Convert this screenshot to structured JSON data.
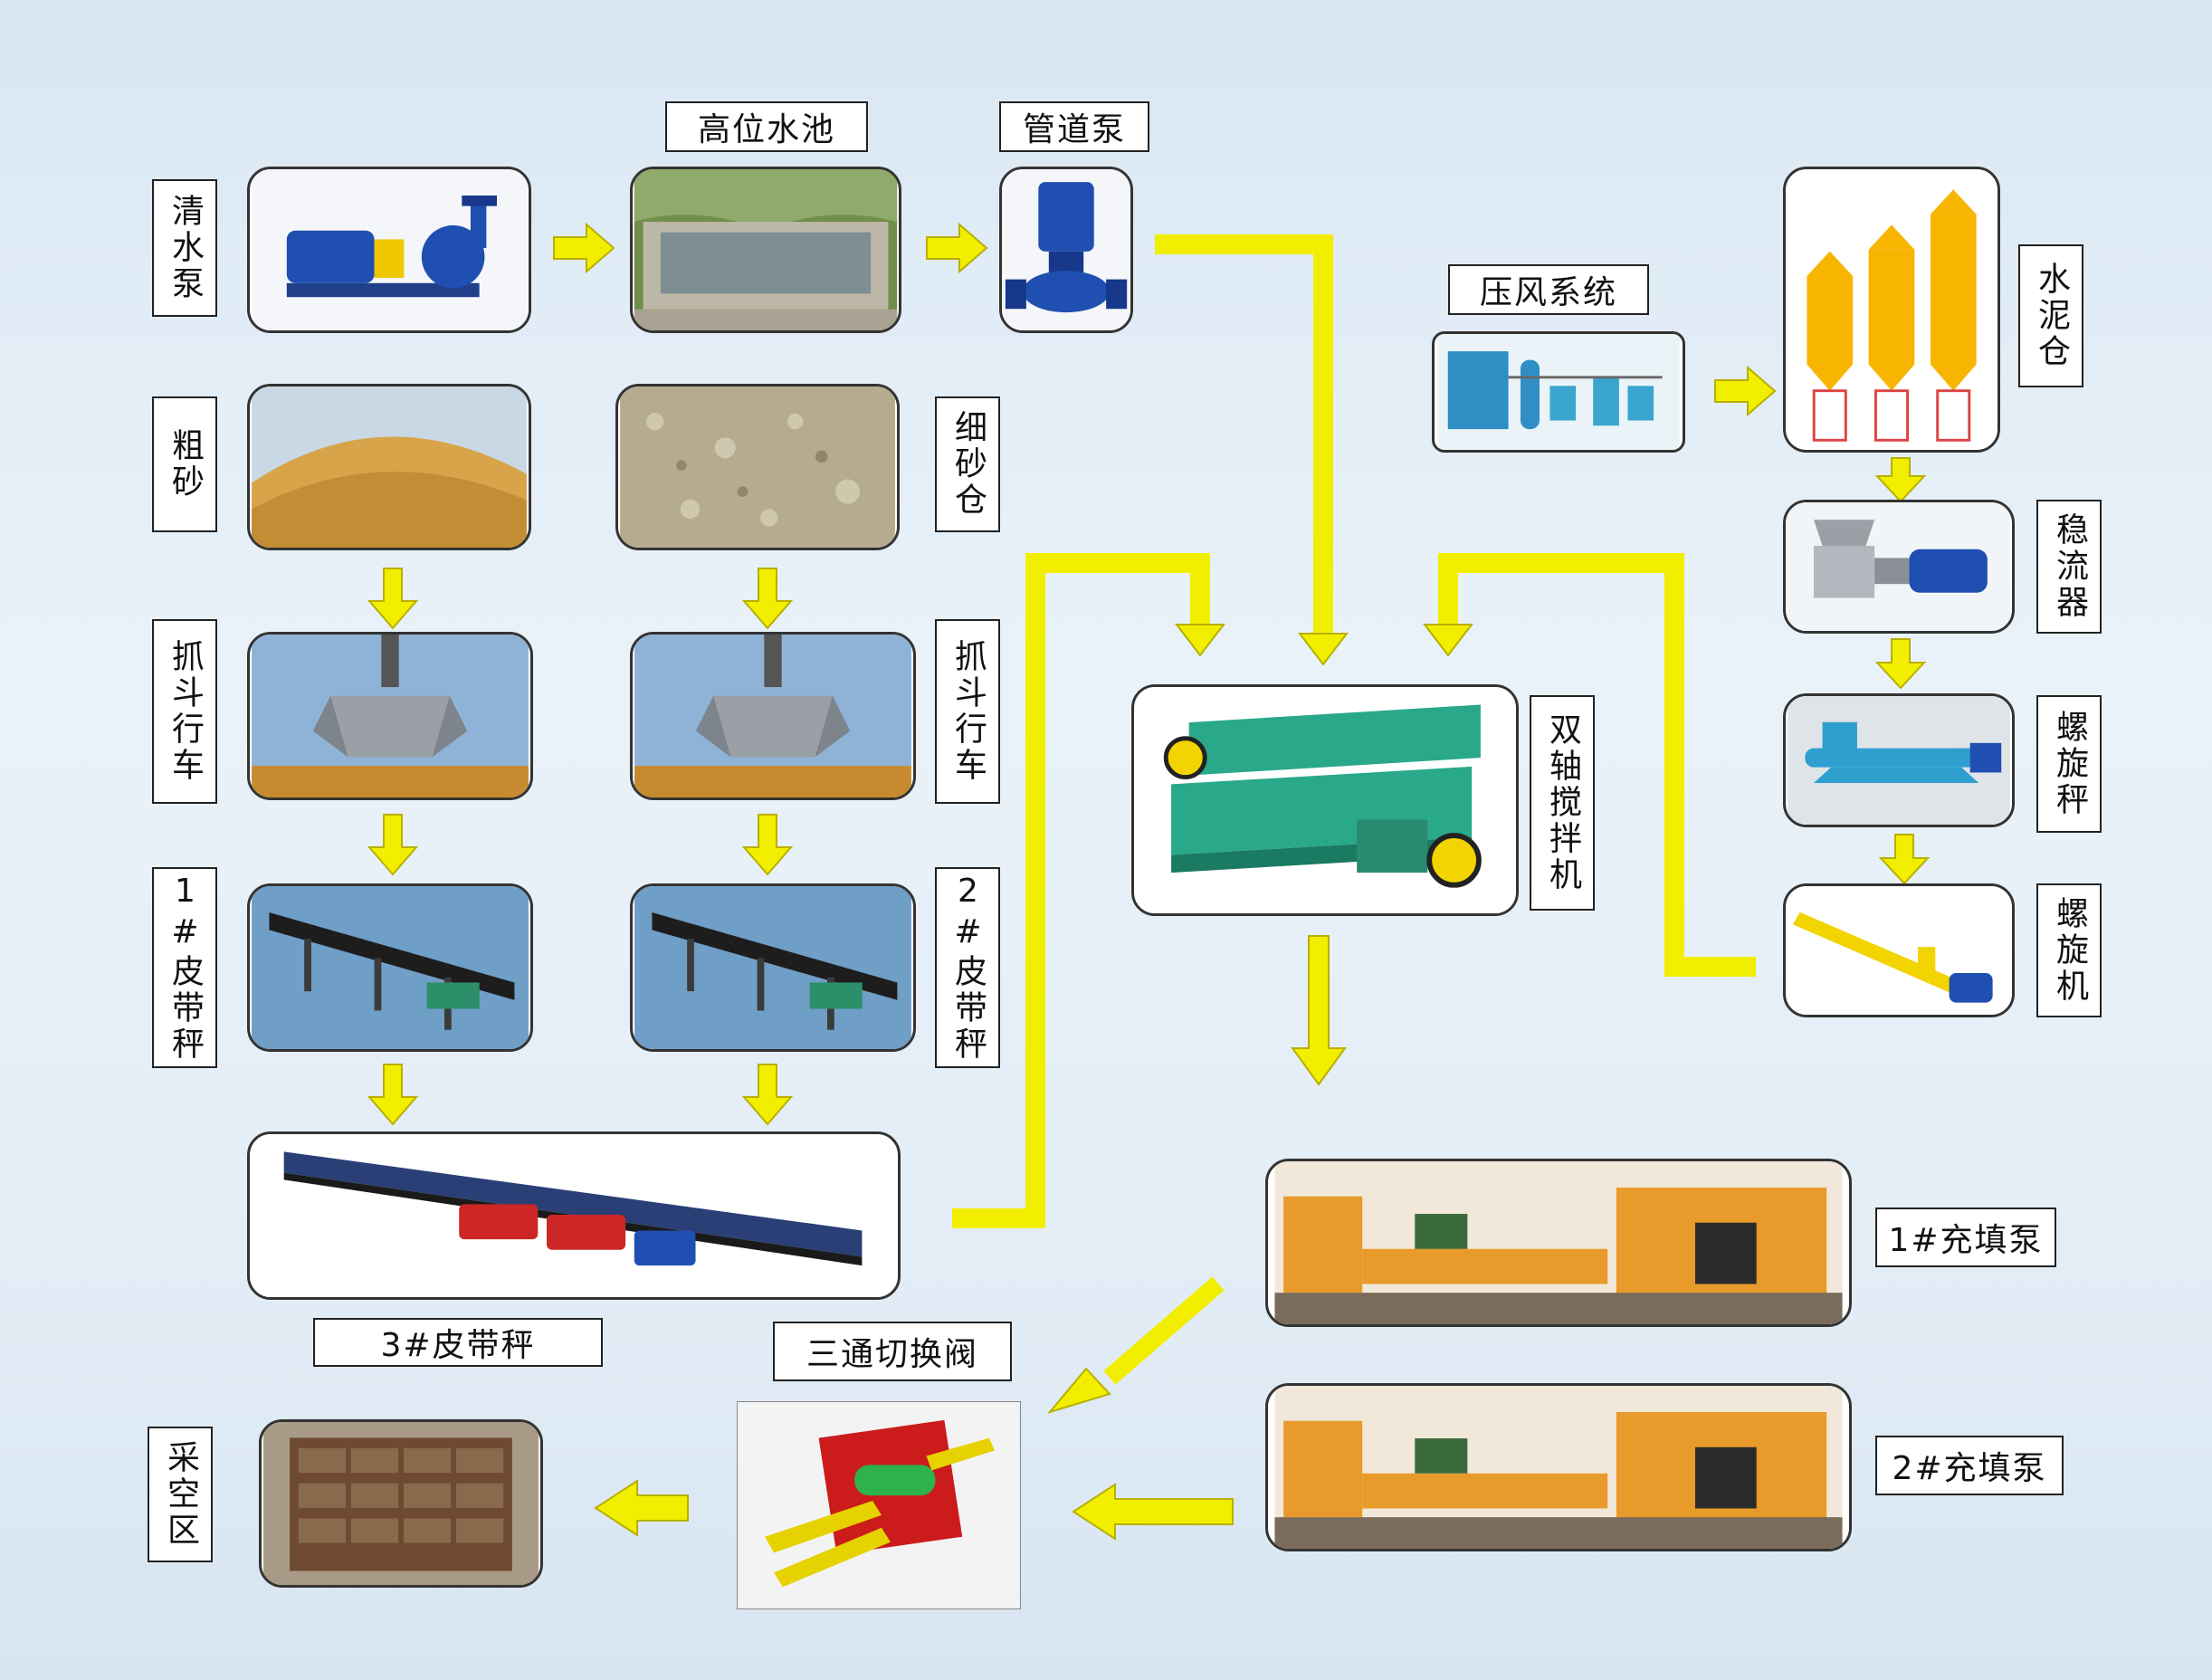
{
  "labels": {
    "clear_water_pump": "清水泵",
    "high_water_tank": "高位水池",
    "pipeline_pump": "管道泵",
    "coarse_sand": "粗砂",
    "fine_sand_bin": "细砂仓",
    "grab_crane_1": "抓斗行车",
    "grab_crane_2": "抓斗行车",
    "belt_scale_1": "1#皮带秤",
    "belt_scale_2": "2#皮带秤",
    "belt_scale_3": "3#皮带秤",
    "compressed_air_system": "压风系统",
    "cement_silo": "水泥仓",
    "flow_stabilizer": "稳流器",
    "screw_scale": "螺旋秤",
    "screw_conveyor": "螺旋机",
    "twin_shaft_mixer": "双轴搅拌机",
    "filling_pump_1": "1#充填泵",
    "filling_pump_2": "2#充填泵",
    "three_way_valve": "三通切换阀",
    "goaf": "采空区"
  },
  "colors": {
    "arrow": "#f2ee00",
    "arrow_stroke": "#b8b000",
    "machine_blue": "#1f4fb0",
    "mixer_teal": "#2aa88a",
    "pump_orange": "#e89a2a",
    "silo_yellow": "#f7b500",
    "valve_red": "#cc1b1b"
  }
}
